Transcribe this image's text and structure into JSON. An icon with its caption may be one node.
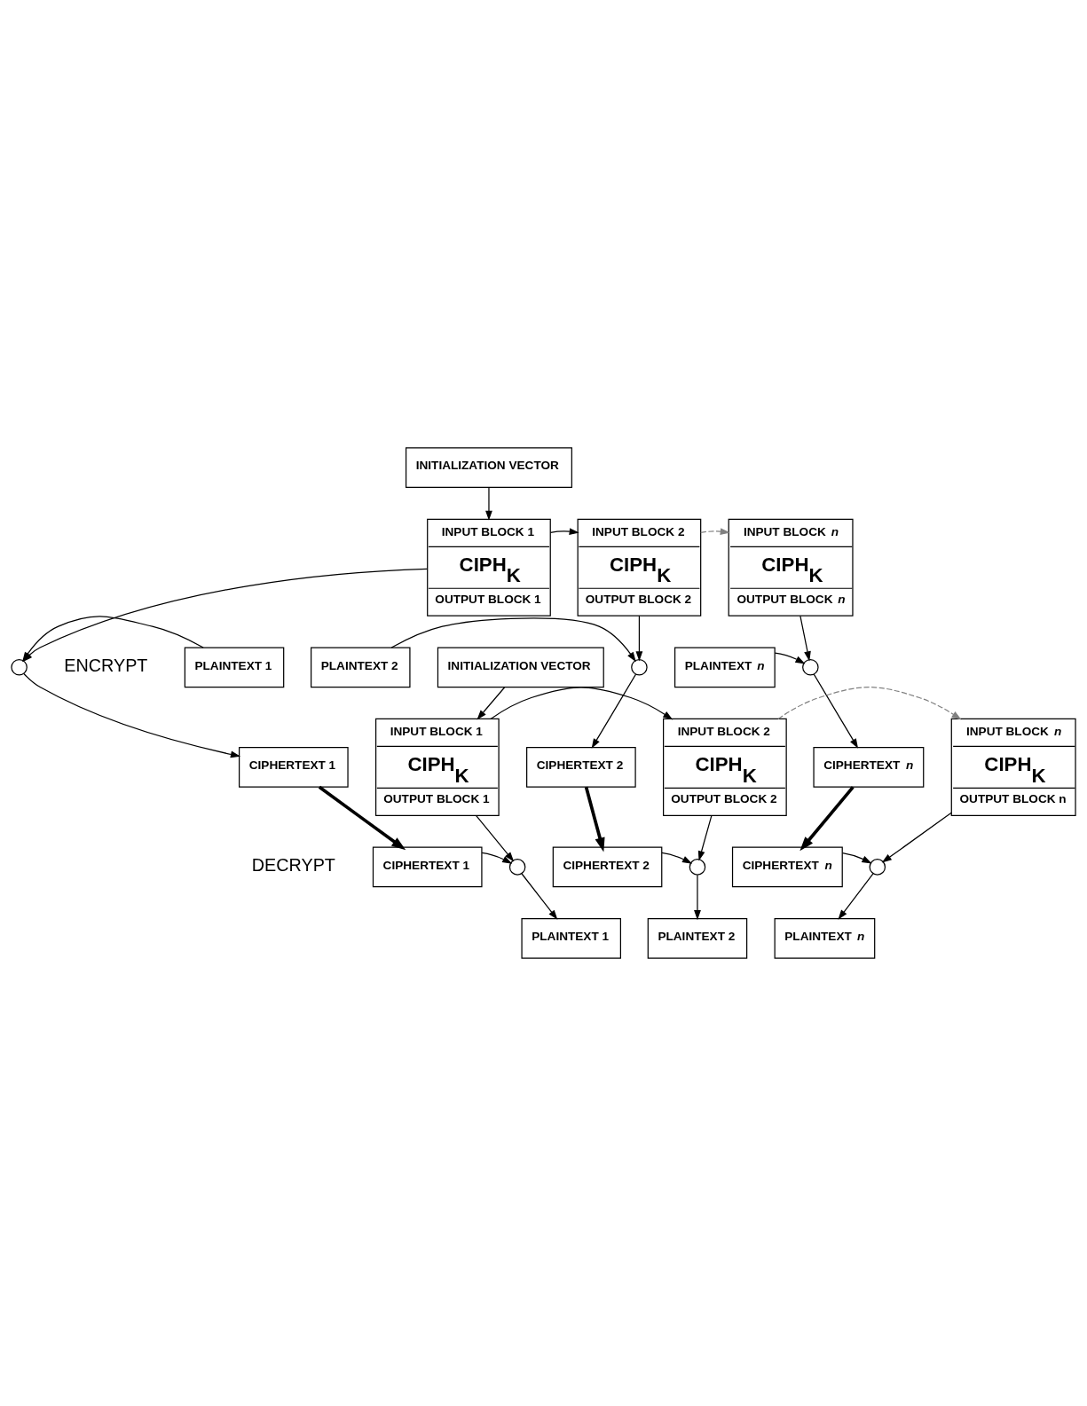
{
  "diagram": {
    "nodes": [
      {
        "text": [
          "INITIALIZATION VECTOR"
        ]
      },
      {
        "text": [
          "INPUT BLOCK 1",
          "CIPH$_{K}$",
          "OUTPUT BLOCK 1"
        ]
      },
      {
        "text": [
          "PLAINTEXT 1"
        ]
      },
      {
        "text": [],
        "shape": "circle"
      },
      {
        "text": [
          "CIPHERTEXT 1"
        ]
      },
      {
        "text": [
          "INPUT BLOCK 2",
          "CIPH$_{K}$",
          "OUTPUT BLOCK 2"
        ]
      },
      {
        "text": [
          "PLAINTEXT 2"
        ]
      },
      {
        "text": [],
        "shape": "circle"
      },
      {
        "text": [
          "CIPHERTEXT 2"
        ]
      },
      {
        "text": [
          "INPUT BLOCK *n*",
          "CIPH$_{K}$",
          "OUTPUT BLOCK *n*"
        ]
      },
      {
        "text": [
          "PLAINTEXT *n*"
        ]
      },
      {
        "text": [],
        "shape": "circle"
      },
      {
        "text": [
          "CIPHERTEXT *n*"
        ]
      },
      {
        "text": [
          "INITIALIZATION VECTOR"
        ]
      },
      {
        "text": [
          "INPUT BLOCK 1",
          "CIPH$_{K}$",
          "OUTPUT BLOCK 1"
        ]
      },
      {
        "text": [
          "CIPHERTEXT 1"
        ]
      },
      {
        "text": [],
        "shape": "circle"
      },
      {
        "text": [
          "PLAINTEXT 1"
        ]
      },
      {
        "text": [
          "INPUT BLOCK 2",
          "CIPH$_{K}$",
          "OUTPUT BLOCK 2"
        ]
      },
      {
        "text": [
          "CIPHERTEXT 2"
        ]
      },
      {
        "text": [],
        "shape": "circle"
      },
      {
        "text": [
          "PLAINTEXT 2"
        ]
      },
      {
        "text": [
          "INPUT BLOCK *n*",
          "CIPH$_{K}$",
          "OUTPUT BLOCK n"
        ]
      },
      {
        "text": [
          "CIPHERTEXT *n*"
        ]
      },
      {
        "text": [],
        "shape": "circle"
      },
      {
        "text": [
          "PLAINTEXT *n*"
        ]
      }
    ],
    "edges": [
      {
        "from": 0,
        "to": 1,
        "arrow": "to"
      },
      {
        "from": 1,
        "to": 3,
        "arrow": "to"
      },
      {
        "from": 1,
        "to": 5,
        "arrow": "to"
      },
      {
        "from": 2,
        "to": 3,
        "arrow": "to"
      },
      {
        "from": 3,
        "to": 4,
        "arrow": "to"
      },
      {
        "from": 5,
        "to": 7,
        "arrow": "to"
      },
      {
        "from": 5,
        "to": 9,
        "arrow": "to",
        "style": "dashed",
        "color": "#808080"
      },
      {
        "from": 6,
        "to": 7,
        "arrow": "to"
      },
      {
        "from": 7,
        "to": 8,
        "arrow": "to"
      },
      {
        "from": 9,
        "to": 11,
        "arrow": "to"
      },
      {
        "from": 10,
        "to": 11,
        "arrow": "to"
      },
      {
        "from": 11,
        "to": 12,
        "arrow": "to"
      },
      {
        "from": 4,
        "to": 15,
        "arrow": "to",
        "style": "thick"
      },
      {
        "from": 8,
        "to": 19,
        "arrow": "to",
        "style": "thick"
      },
      {
        "from": 12,
        "to": 23,
        "arrow": "to",
        "style": "thick"
      },
      {
        "from": 13,
        "to": 14,
        "arrow": "to"
      },
      {
        "from": 14,
        "to": 16,
        "arrow": "to"
      },
      {
        "from": 14,
        "to": 18,
        "arrow": "to"
      },
      {
        "from": 15,
        "to": 16,
        "arrow": "to"
      },
      {
        "from": 16,
        "to": 17,
        "arrow": "to"
      },
      {
        "from": 18,
        "to": 20,
        "arrow": "to"
      },
      {
        "from": 18,
        "to": 22,
        "arrow": "to",
        "style": "dashed",
        "color": "#808080"
      },
      {
        "from": 19,
        "to": 20,
        "arrow": "to"
      },
      {
        "from": 20,
        "to": 21,
        "arrow": "to"
      },
      {
        "from": 22,
        "to": 24,
        "arrow": "to"
      },
      {
        "from": 23,
        "to": 24,
        "arrow": "to"
      },
      {
        "from": 24,
        "to": 25,
        "arrow": "to"
      }
    ],
    "labels": [
      "ENCRYPT",
      "DECRYPT"
    ]
  }
}
